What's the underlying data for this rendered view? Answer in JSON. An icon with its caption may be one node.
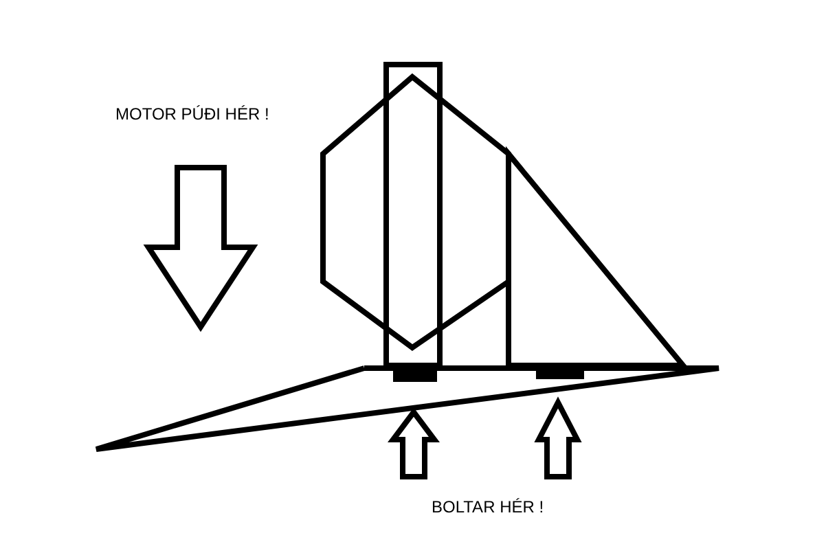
{
  "diagram": {
    "nodes": [
      {
        "text": [
          "MOTOR PÚÐI HÉR !"
        ]
      },
      {
        "text": [],
        "shape": "bar"
      },
      {
        "text": [],
        "shape": "bar"
      },
      {
        "text": [
          "BOLTAR HÉR !"
        ]
      }
    ],
    "edges": [
      {
        "from": 3,
        "to": 1,
        "arrow": "to"
      },
      {
        "from": 3,
        "to": 2,
        "arrow": "to"
      }
    ]
  }
}
